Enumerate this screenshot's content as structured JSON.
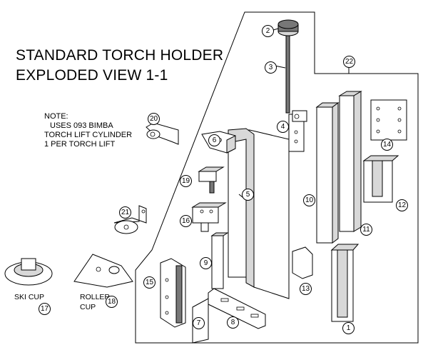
{
  "title": {
    "line1": "STANDARD TORCH HOLDER",
    "line2": "EXPLODED VIEW 1-1"
  },
  "note": {
    "heading": "NOTE:",
    "lines": [
      "USES 093 BIMBA",
      "TORCH LIFT CYLINDER",
      "1 PER TORCH LIFT"
    ]
  },
  "captions": {
    "ski_cup": "SKI CUP",
    "roller_line1": "ROLLER",
    "roller_line2": "CUP"
  },
  "callouts": {
    "p1": "1",
    "p2": "2",
    "p3": "3",
    "p4": "4",
    "p5": "5",
    "p6": "6",
    "p7": "7",
    "p8": "8",
    "p9": "9",
    "p10": "10",
    "p11": "11",
    "p12": "12",
    "p13": "13",
    "p14": "14",
    "p15": "15",
    "p16": "16",
    "p17": "17",
    "p18": "18",
    "p19": "19",
    "p20": "20",
    "p21": "21",
    "p22": "22"
  }
}
